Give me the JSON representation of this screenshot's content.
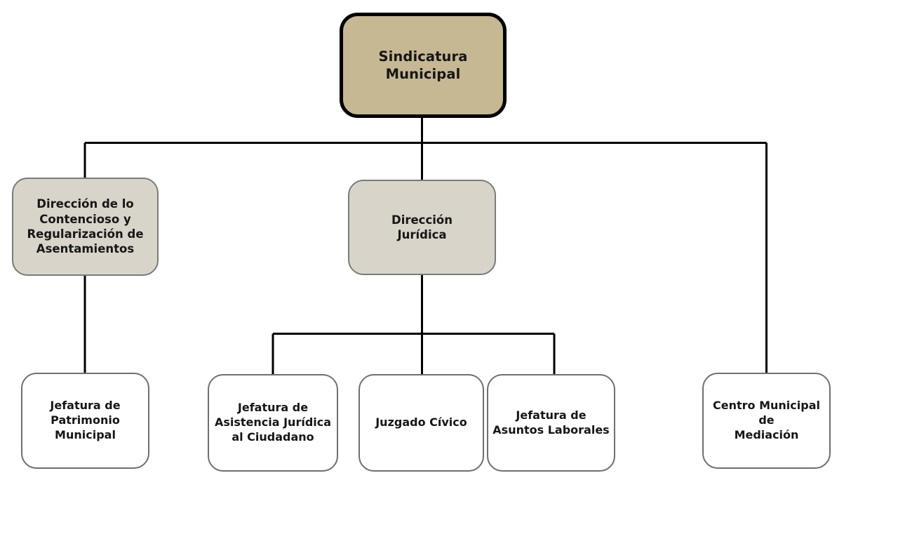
{
  "diagram": {
    "type": "organizational-chart",
    "title": "Sindicatura Municipal",
    "background_color": "#ffffff",
    "colors": {
      "root_fill": "#c6b893",
      "root_border": "#000000",
      "level2_fill": "#d9d4ca",
      "level2_border": "#7b7b7b",
      "leaf_fill": "#ffffff",
      "leaf_border": "#6f6f6f",
      "connector": "#000000",
      "text": "#161616"
    }
  },
  "nodes": {
    "root": {
      "label": "Sindicatura\nMunicipal",
      "level": 1
    },
    "contencioso": {
      "label": "Dirección de lo\nContencioso y\nRegularización de\nAsentamientos",
      "level": 2
    },
    "juridica": {
      "label": "Dirección\nJurídica",
      "level": 2
    },
    "patrimonio": {
      "label": "Jefatura de\nPatrimonio\nMunicipal",
      "level": 3
    },
    "asistencia": {
      "label": "Jefatura de\nAsistencia Jurídica\nal Ciudadano",
      "level": 3
    },
    "juzgado": {
      "label": "Juzgado Cívico",
      "level": 3
    },
    "laborales": {
      "label": "Jefatura de\nAsuntos Laborales",
      "level": 3
    },
    "mediacion": {
      "label": "Centro Municipal de\nMediación",
      "level": 3
    }
  }
}
